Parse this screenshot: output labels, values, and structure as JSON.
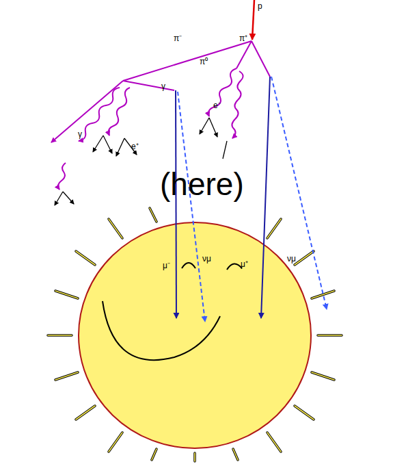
{
  "diagram": {
    "labels": [
      "p",
      "π⁻",
      "π⁺",
      "π⁰",
      "γ",
      "e⁻",
      "γ",
      "e⁺",
      "(here)",
      "νμ",
      "νμ",
      "μ⁻",
      "μ⁺"
    ]
  }
}
